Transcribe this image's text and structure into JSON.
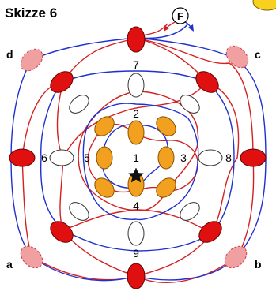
{
  "title": "Skizze 6",
  "f_label": "F",
  "corners": {
    "a": "a",
    "b": "b",
    "c": "c",
    "d": "d"
  },
  "numbers": {
    "n1": "1",
    "n2": "2",
    "n3": "3",
    "n4": "4",
    "n5": "5",
    "n6": "6",
    "n7": "7",
    "n8": "8",
    "n9": "9"
  },
  "colors": {
    "red_line": "#d42020",
    "blue_line": "#2030d0",
    "red_oval": "#e01010",
    "orange_oval": "#f2a020",
    "pink_oval": "#f0a0a0",
    "yellow_sun": "#f8d020"
  },
  "markers": {
    "start": "star-icon"
  }
}
